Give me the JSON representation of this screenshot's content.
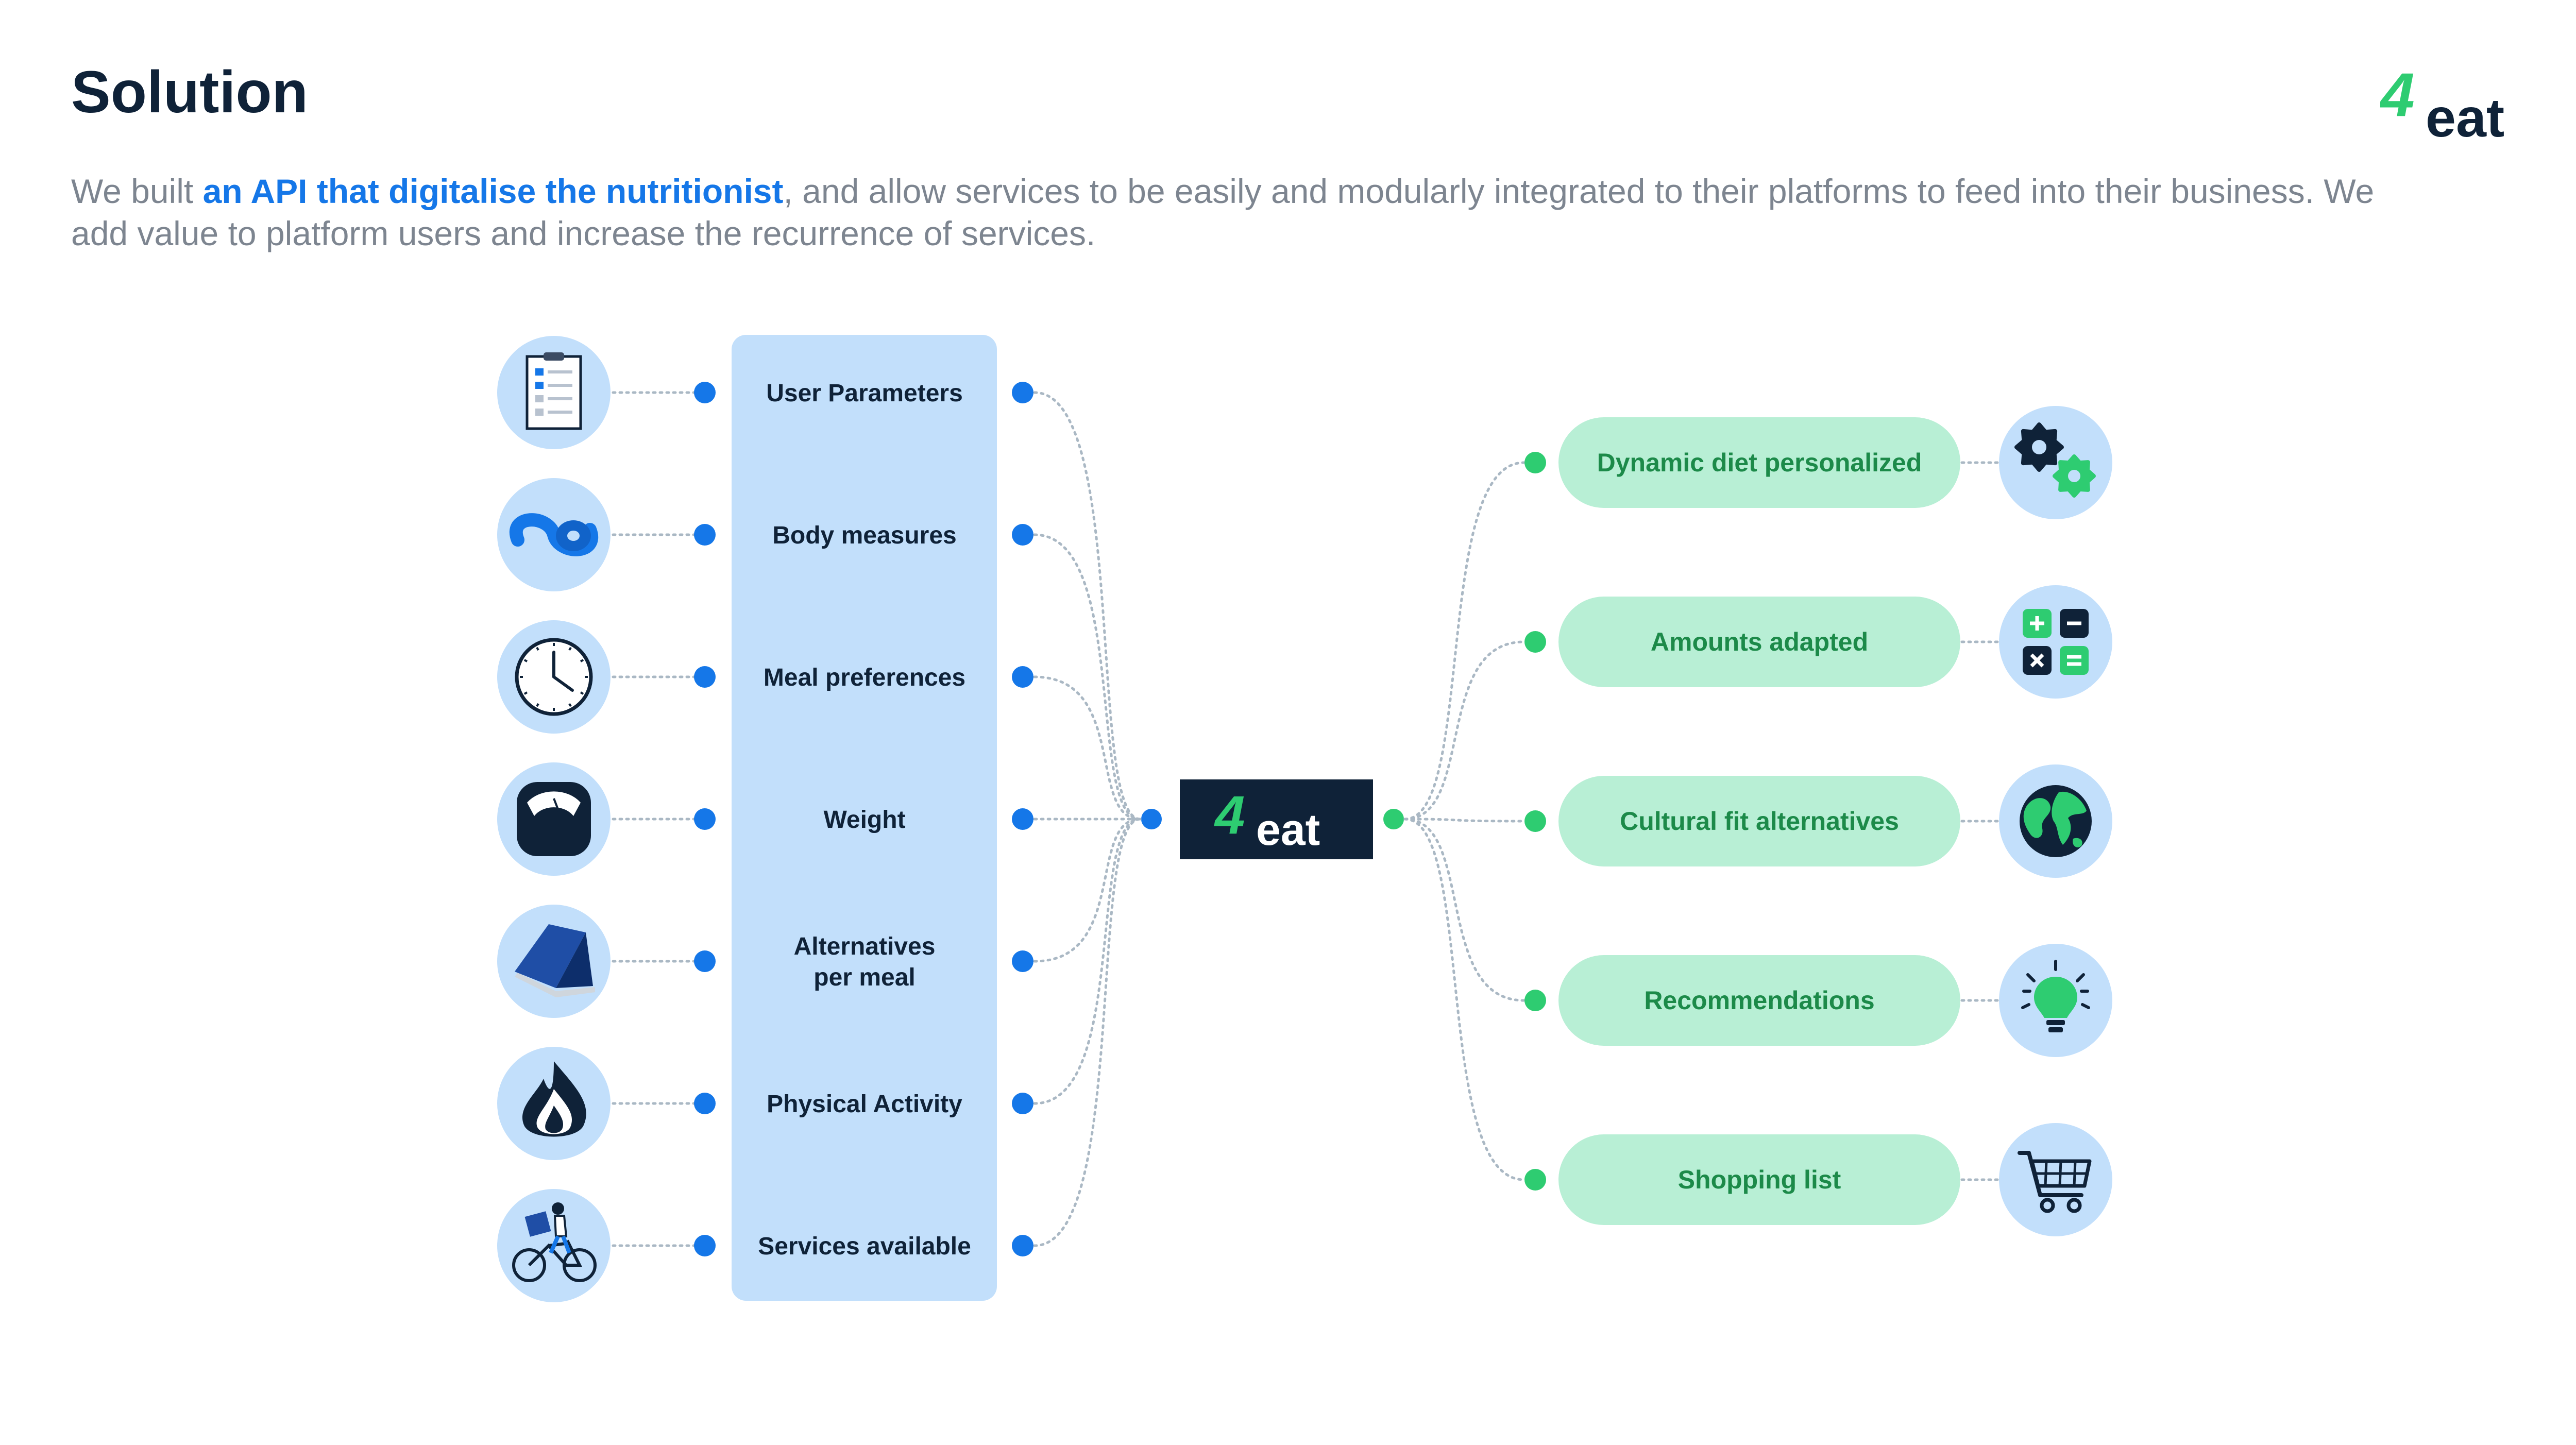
{
  "header": {
    "title": "Solution",
    "brand": {
      "digit": "4",
      "word": "eat"
    },
    "description": {
      "before": "We built ",
      "highlight": "an API that digitalise the nutritionist",
      "after": ", and allow services to be easily and modularly integrated to their platforms to feed into their business. We add value to platform users and increase the recurrence of services."
    }
  },
  "diagram": {
    "inputs": [
      {
        "label": "User Parameters",
        "icon": "clipboard-checklist-icon"
      },
      {
        "label": "Body measures",
        "icon": "measuring-tape-icon"
      },
      {
        "label": "Meal preferences",
        "icon": "clock-icon"
      },
      {
        "label": "Weight",
        "icon": "bathroom-scale-icon"
      },
      {
        "label": "Alternatives\nper meal",
        "icon": "open-book-icon"
      },
      {
        "label": "Physical Activity",
        "icon": "flame-icon"
      },
      {
        "label": "Services available",
        "icon": "delivery-bicycle-icon"
      }
    ],
    "center": {
      "digit": "4",
      "word": "eat"
    },
    "outputs": [
      {
        "label": "Dynamic diet personalized",
        "icon": "gears-icon"
      },
      {
        "label": "Amounts adapted",
        "icon": "calculator-icon"
      },
      {
        "label": "Cultural fit alternatives",
        "icon": "globe-icon"
      },
      {
        "label": "Recommendations",
        "icon": "lightbulb-icon"
      },
      {
        "label": "Shopping list",
        "icon": "shopping-cart-icon"
      }
    ],
    "colors": {
      "input_accent": "#1577e8",
      "input_panel": "#c2dffb",
      "icon_circle": "#c2dffb",
      "output_accent": "#2ecc71",
      "output_pill": "#b8efd5",
      "dark": "#0f2238",
      "connector": "#aab8c4"
    }
  }
}
